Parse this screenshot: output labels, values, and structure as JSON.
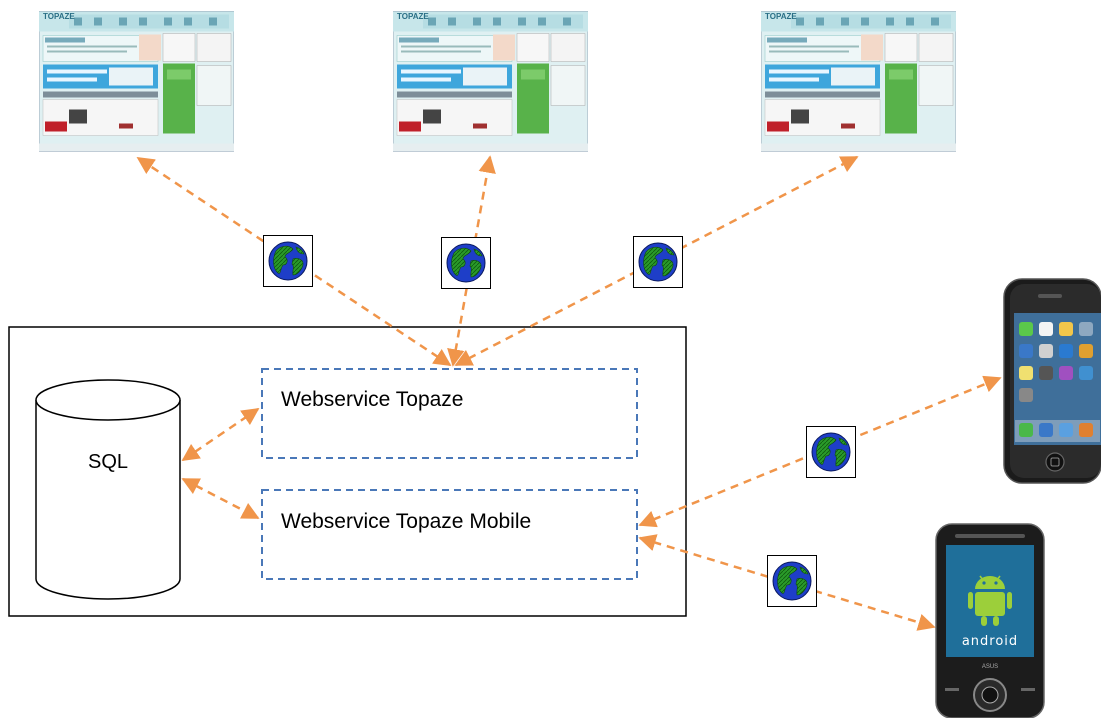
{
  "database": {
    "label": "SQL"
  },
  "services": [
    {
      "label": "Webservice Topaze"
    },
    {
      "label": "Webservice Topaze Mobile"
    }
  ],
  "clients": {
    "web_screens": [
      {
        "brand": "TOPAZE"
      },
      {
        "brand": "TOPAZE"
      },
      {
        "brand": "TOPAZE"
      }
    ],
    "android_phone": {
      "screen_text": "android",
      "maker": "ASUS"
    }
  },
  "icons": {
    "connection": "globe-icon",
    "database": "cylinder-icon",
    "iphone": "iphone-icon",
    "android": "android-robot-icon"
  },
  "colors": {
    "arrow": "#f0954a",
    "service_border": "#4a78b8",
    "globe_ocean": "#1e3ec8",
    "globe_land": "#1f8f1f"
  }
}
